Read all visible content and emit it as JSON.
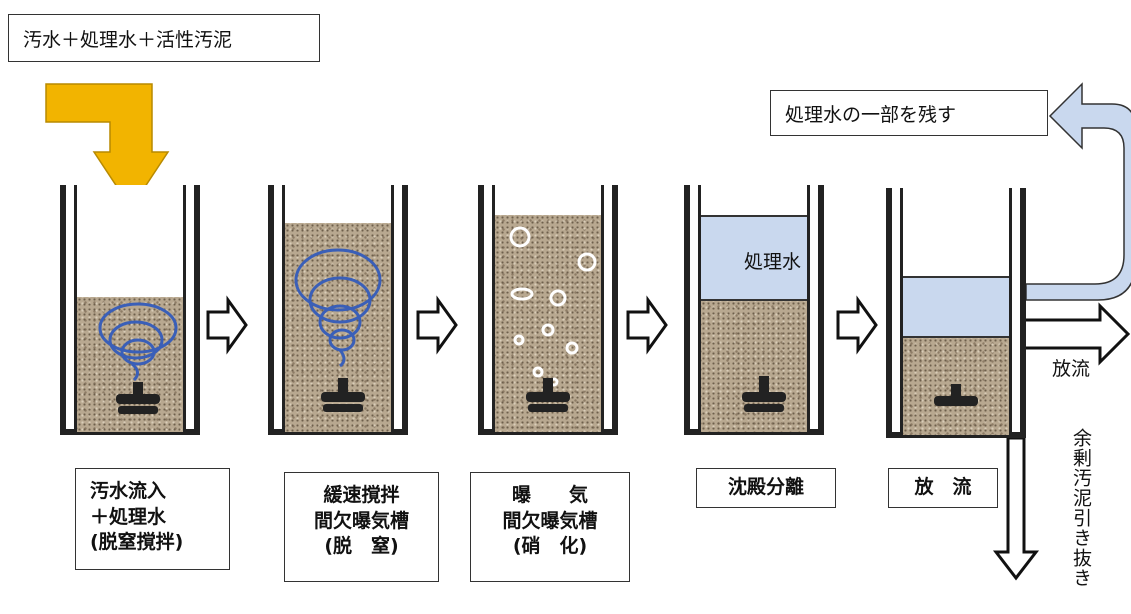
{
  "top_label": "汚水＋処理水＋活性汚泥",
  "return_label": "処理水の一部を残す",
  "treated_water_label": "処理水",
  "discharge_label": "放流",
  "excess_sludge_label": "余剰汚泥引き抜き",
  "stages": [
    {
      "lines": [
        "汚水流入",
        "＋処理水",
        "(脱窒撹拌)"
      ]
    },
    {
      "lines": [
        "緩速撹拌",
        "間欠曝気槽",
        "(脱　窒)"
      ]
    },
    {
      "lines": [
        "曝　　気",
        "間欠曝気槽",
        "(硝　化)"
      ]
    },
    {
      "lines": [
        "沈殿分離"
      ]
    },
    {
      "lines": [
        "放　流"
      ]
    }
  ],
  "colors": {
    "inflow_arrow": "#f2b400",
    "return_arrow": "#c9d8ee",
    "water": "#c9d8ee",
    "swirl": "#3a5fb8"
  }
}
